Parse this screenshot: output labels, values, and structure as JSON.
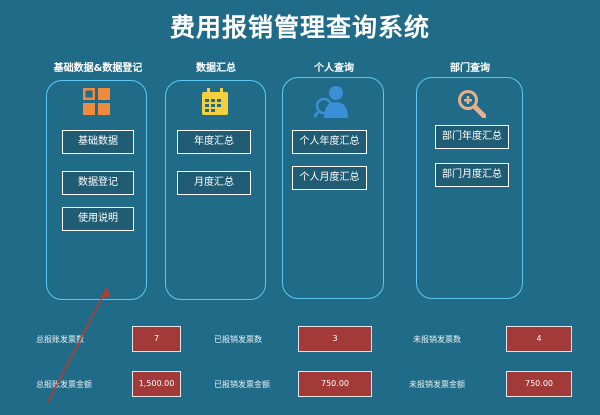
{
  "title": "费用报销管理查询系统",
  "sections": {
    "basic": {
      "label": "基础数据&数据登记",
      "buttons": [
        "基础数据",
        "数据登记",
        "使用说明"
      ]
    },
    "summary": {
      "label": "数据汇总",
      "buttons": [
        "年度汇总",
        "月度汇总"
      ]
    },
    "personal": {
      "label": "个人查询",
      "buttons": [
        "个人年度汇总",
        "个人月度汇总"
      ]
    },
    "department": {
      "label": "部门查询",
      "buttons": [
        "部门年度汇总",
        "部门月度汇总"
      ]
    }
  },
  "stats": {
    "total_count_label": "总报账发票数",
    "total_count_value": "7",
    "done_count_label": "已报销发票数",
    "done_count_value": "3",
    "pending_count_label": "未报销发票数",
    "pending_count_value": "4",
    "total_amount_label": "总报账发票金额",
    "total_amount_value": "1,500.00",
    "done_amount_label": "已报销发票金额",
    "done_amount_value": "750.00",
    "pending_amount_label": "未报销发票金额",
    "pending_amount_value": "750.00"
  },
  "colors": {
    "background": "#1f6b88",
    "panel_border": "#5cc8f2",
    "stat_box": "#a33a3a",
    "icon_orange": "#f08a3c",
    "icon_yellow": "#f4d03f",
    "icon_blue": "#3a8fd6",
    "icon_peach": "#e8b08a"
  },
  "icons": [
    "grid-icon",
    "calendar-icon",
    "person-search-icon",
    "zoom-in-icon"
  ]
}
